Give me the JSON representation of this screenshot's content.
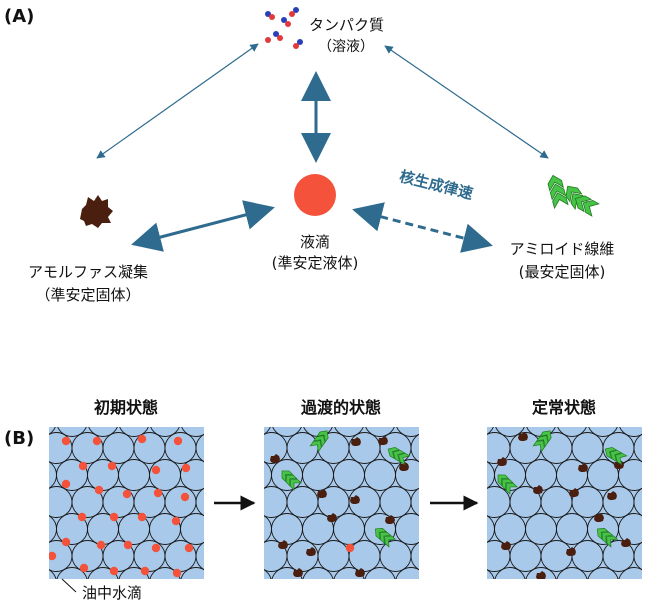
{
  "panel_a": {
    "label": "(A)",
    "protein": {
      "name": "タンパク質",
      "state": "（溶液）"
    },
    "droplet": {
      "name": "液滴",
      "state": "(準安定液体)"
    },
    "amorphous": {
      "name": "アモルファス凝集",
      "state": "（準安定固体）"
    },
    "amyloid": {
      "name": "アミロイド線維",
      "state": "(最安定固体)"
    },
    "nucleation_label": "核生成律速",
    "colors": {
      "arrow": "#2e6b8e",
      "droplet": "#f4523a",
      "amyloid": "#47c447",
      "aggregate": "#4a1f0f",
      "nucleation_text": "#2e6b8e"
    }
  },
  "panel_b": {
    "label": "(B)",
    "stages": [
      {
        "title": "初期状態"
      },
      {
        "title": "過渡的状態"
      },
      {
        "title": "定常状態"
      }
    ],
    "callout": "油中水滴",
    "colors": {
      "well_bg": "#a9c9ea",
      "well_line": "#1a1a1a"
    }
  }
}
